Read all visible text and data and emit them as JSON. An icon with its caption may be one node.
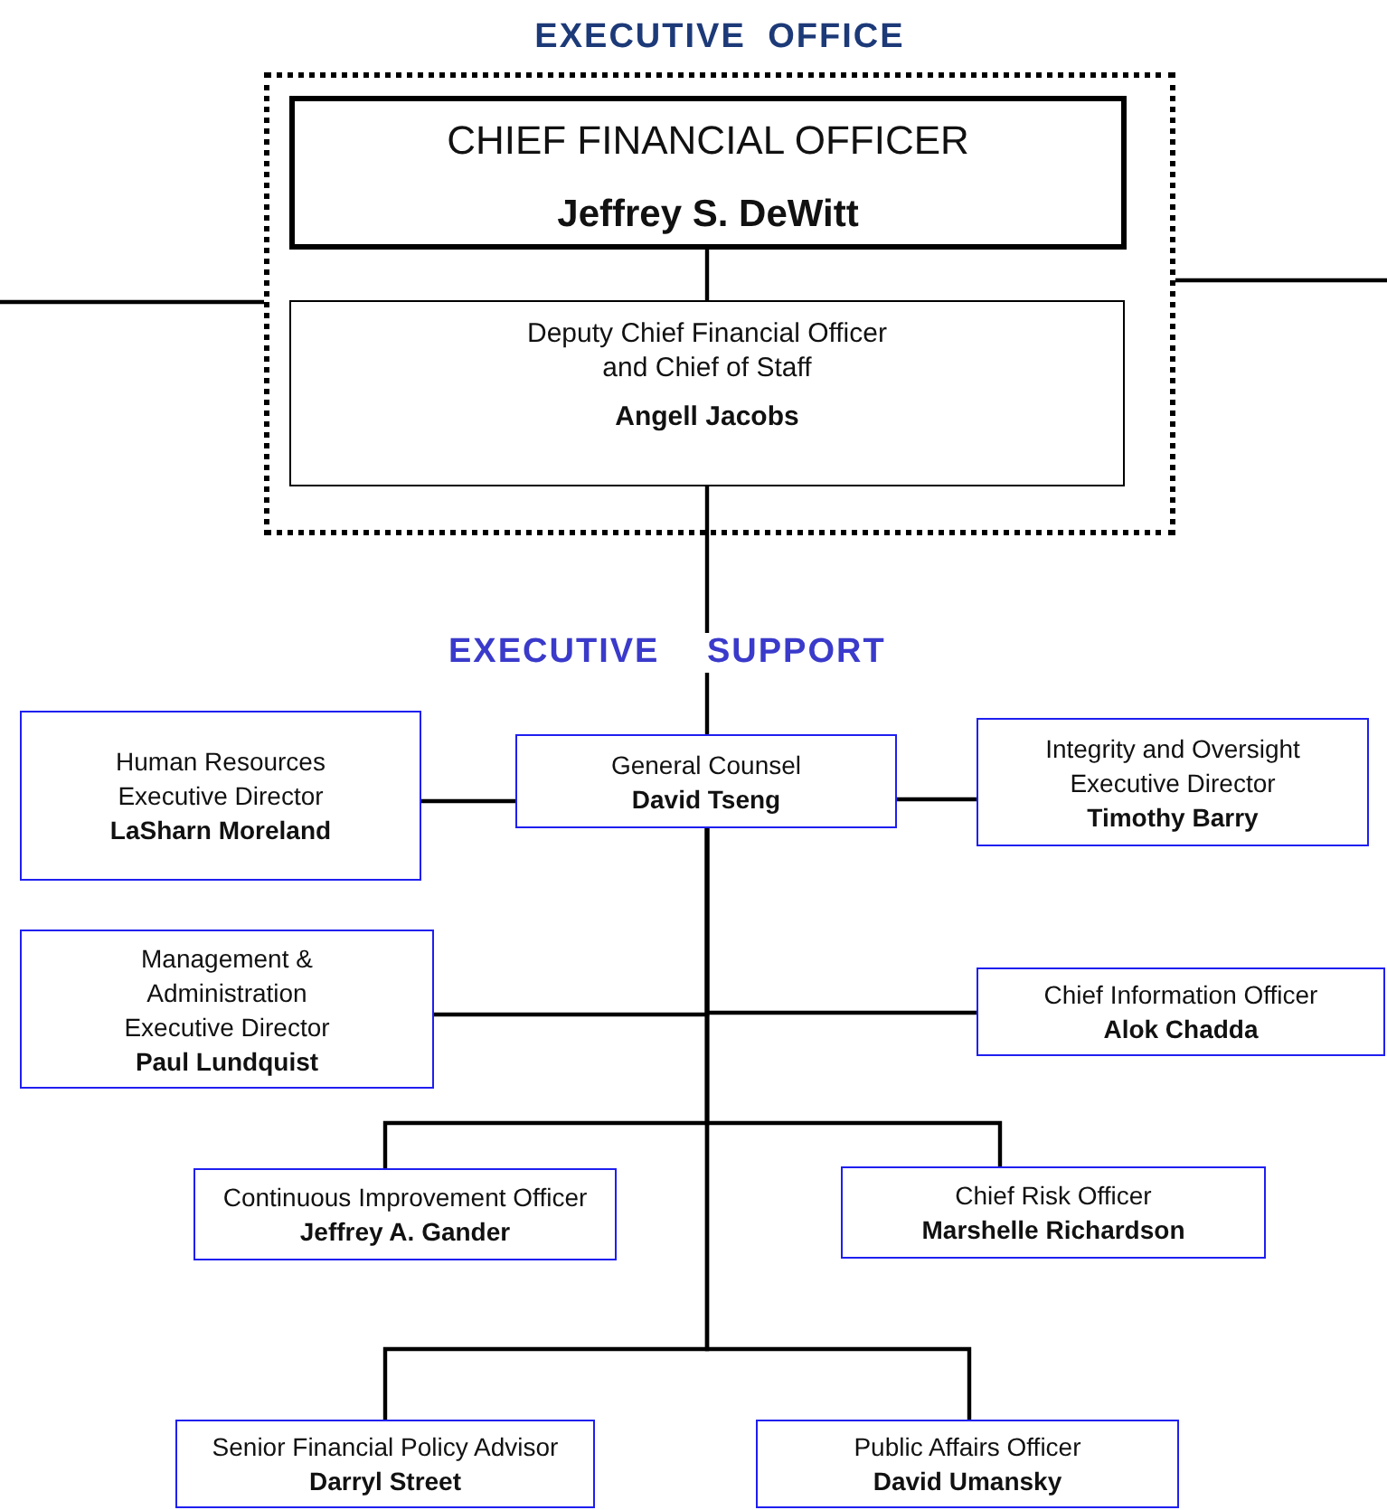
{
  "diagram": {
    "nodes": [
      {
        "text": [
          "EXECUTIVE OFFICE"
        ]
      },
      {
        "text": [
          "CHIEF FINANCIAL OFFICER",
          "Jeffrey S. DeWitt"
        ],
        "in": 0
      },
      {
        "text": [
          "Deputy Chief Financial Officer and Chief of Staff",
          "Angell Jacobs"
        ],
        "in": 0
      },
      {
        "text": [
          "Human Resources Executive Director",
          "LaSharn Moreland"
        ]
      },
      {
        "text": [
          "General Counsel",
          "David Tseng"
        ]
      },
      {
        "text": [
          "Integrity and Oversight Executive Director",
          "Timothy Barry"
        ]
      },
      {
        "text": [
          "Management & Administration Executive Director",
          "Paul Lundquist"
        ]
      },
      {
        "text": [
          "Chief Information Officer",
          "Alok Chadda"
        ]
      },
      {
        "text": [
          "Continuous Improvement Officer",
          "Jeffrey A. Gander"
        ]
      },
      {
        "text": [
          "Chief Risk Officer",
          "Marshelle Richardson"
        ]
      },
      {
        "text": [
          "Senior Financial Policy Advisor",
          "Darryl Street"
        ]
      },
      {
        "text": [
          "Public Affairs Officer",
          "David Umansky"
        ]
      }
    ],
    "edges": [
      {
        "from": 1,
        "to": 2,
        "arrow": "none"
      },
      {
        "from": 0,
        "to": null,
        "arrow": "none"
      },
      {
        "from": 0,
        "to": null,
        "arrow": "none"
      },
      {
        "from": 2,
        "to": 4,
        "arrow": "none"
      },
      {
        "from": 4,
        "to": 3,
        "arrow": "none"
      },
      {
        "from": 4,
        "to": 5,
        "arrow": "none"
      },
      {
        "from": 4,
        "to": 6,
        "arrow": "none"
      },
      {
        "from": 4,
        "to": 7,
        "arrow": "none"
      },
      {
        "from": 4,
        "to": 8,
        "arrow": "none"
      },
      {
        "from": 4,
        "to": 9,
        "arrow": "none"
      },
      {
        "from": 4,
        "to": 10,
        "arrow": "none"
      },
      {
        "from": 4,
        "to": 11,
        "arrow": "none"
      }
    ],
    "labels": [
      "EXECUTIVE SUPPORT"
    ]
  }
}
